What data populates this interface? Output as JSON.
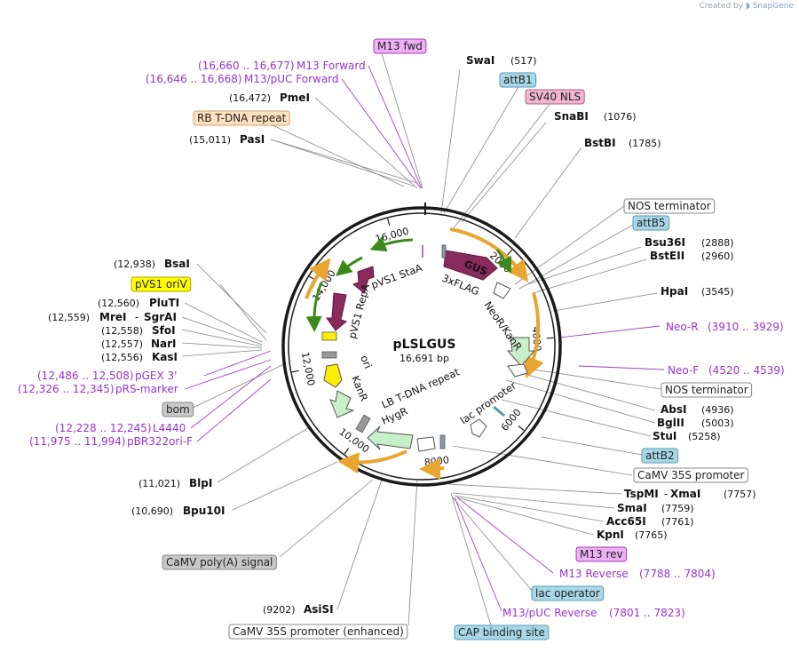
{
  "credit": {
    "prefix": "Created by",
    "brand": "SnapGene"
  },
  "plasmid": {
    "name": "pLSLGUS",
    "length_label": "16,691 bp",
    "length": 16691
  },
  "colors": {
    "backbone": "#1a1a1a",
    "primer": "#9a33cc",
    "gus": "#8b2a5e",
    "marker_green": "#c8f0c8",
    "ori_yellow": "#ffee00",
    "terminator_grey": "#999999",
    "promoter_white": "#ffffff",
    "orange_arrow": "#e8a530"
  },
  "scale_ticks": [
    {
      "value": "2000",
      "pos": 2000
    },
    {
      "value": "4000",
      "pos": 4000
    },
    {
      "value": "6000",
      "pos": 6000
    },
    {
      "value": "8000",
      "pos": 8000
    },
    {
      "value": "10,000",
      "pos": 10000
    },
    {
      "value": "12,000",
      "pos": 12000
    },
    {
      "value": "14,000",
      "pos": 14000
    },
    {
      "value": "16,000",
      "pos": 16000
    }
  ],
  "enzymes": [
    {
      "name": "SwaI",
      "pos": "(517)"
    },
    {
      "name": "SnaBI",
      "pos": "(1076)"
    },
    {
      "name": "BstBI",
      "pos": "(1785)"
    },
    {
      "name": "Bsu36I",
      "pos": "(2888)"
    },
    {
      "name": "BstEII",
      "pos": "(2960)"
    },
    {
      "name": "HpaI",
      "pos": "(3545)"
    },
    {
      "name": "AbsI",
      "pos": "(4936)"
    },
    {
      "name": "BglII",
      "pos": "(5003)"
    },
    {
      "name": "StuI",
      "pos": "(5258)"
    },
    {
      "name": "TspMI",
      "pos": "(7757)",
      "extra": "XmaI"
    },
    {
      "name": "SmaI",
      "pos": "(7759)"
    },
    {
      "name": "Acc65I",
      "pos": "(7761)"
    },
    {
      "name": "KpnI",
      "pos": "(7765)"
    },
    {
      "name": "AsiSI",
      "pos": "(9202)"
    },
    {
      "name": "Bpu10I",
      "pos": "(10,690)"
    },
    {
      "name": "BlpI",
      "pos": "(11,021)"
    },
    {
      "name": "KasI",
      "pos": "(12,556)"
    },
    {
      "name": "NarI",
      "pos": "(12,557)"
    },
    {
      "name": "SfoI",
      "pos": "(12,558)"
    },
    {
      "name": "MreI",
      "pos": "(12,559)",
      "extra": "SgrAI"
    },
    {
      "name": "PluTI",
      "pos": "(12,560)"
    },
    {
      "name": "BsaI",
      "pos": "(12,938)"
    },
    {
      "name": "PasI",
      "pos": "(15,011)"
    },
    {
      "name": "PmeI",
      "pos": "(16,472)"
    }
  ],
  "primers": [
    {
      "name": "M13 Forward",
      "range": "(16,660 .. 16,677)"
    },
    {
      "name": "M13/pUC Forward",
      "range": "(16,646 .. 16,668)"
    },
    {
      "name": "Neo-R",
      "range": "(3910 .. 3929)"
    },
    {
      "name": "Neo-F",
      "range": "(4520 .. 4539)"
    },
    {
      "name": "M13 Reverse",
      "range": "(7788 .. 7804)"
    },
    {
      "name": "M13/pUC Reverse",
      "range": "(7801 .. 7823)"
    },
    {
      "name": "pGEX 3'",
      "range": "(12,486 .. 12,508)"
    },
    {
      "name": "pRS-marker",
      "range": "(12,326 .. 12,345)"
    },
    {
      "name": "L4440",
      "range": "(12,228 .. 12,245)"
    },
    {
      "name": "pBR322ori-F",
      "range": "(11,975 .. 11,994)"
    }
  ],
  "boxed_features": [
    {
      "name": "M13 fwd",
      "fill": "#f0b0f8",
      "stroke": "#a040b0"
    },
    {
      "name": "attB1",
      "fill": "#a8d8e8",
      "stroke": "#5a9ab0"
    },
    {
      "name": "SV40 NLS",
      "fill": "#f0b8d0",
      "stroke": "#b06080"
    },
    {
      "name": "RB T-DNA repeat",
      "fill": "#ffe0c0",
      "stroke": "#d0a070"
    },
    {
      "name": "NOS terminator",
      "fill": "#ffffff",
      "stroke": "#888888"
    },
    {
      "name": "attB5",
      "fill": "#a8d8e8",
      "stroke": "#5a9ab0"
    },
    {
      "name": "NOS terminator",
      "fill": "#ffffff",
      "stroke": "#888888"
    },
    {
      "name": "attB2",
      "fill": "#a8d8e8",
      "stroke": "#5a9ab0"
    },
    {
      "name": "CaMV 35S promoter",
      "fill": "#ffffff",
      "stroke": "#888888"
    },
    {
      "name": "M13 rev",
      "fill": "#f0b0f8",
      "stroke": "#a040b0"
    },
    {
      "name": "lac operator",
      "fill": "#a8d8e8",
      "stroke": "#5a9ab0"
    },
    {
      "name": "CAP binding site",
      "fill": "#a8d8e8",
      "stroke": "#5a9ab0"
    },
    {
      "name": "CaMV 35S promoter (enhanced)",
      "fill": "#ffffff",
      "stroke": "#888888"
    },
    {
      "name": "CaMV poly(A) signal",
      "fill": "#c8c8c8",
      "stroke": "#888888"
    },
    {
      "name": "bom",
      "fill": "#c8c8c8",
      "stroke": "#888888"
    },
    {
      "name": "pVS1 oriV",
      "fill": "#ffff00",
      "stroke": "#b0a000"
    }
  ],
  "inner_features": [
    {
      "name": "GUS"
    },
    {
      "name": "3xFLAG"
    },
    {
      "name": "NeoR/KanR"
    },
    {
      "name": "pVS1 StaA"
    },
    {
      "name": "pVS1 RepA"
    },
    {
      "name": "ori"
    },
    {
      "name": "KanR"
    },
    {
      "name": "LB T-DNA repeat"
    },
    {
      "name": "HygR"
    },
    {
      "name": "lac promoter"
    }
  ]
}
